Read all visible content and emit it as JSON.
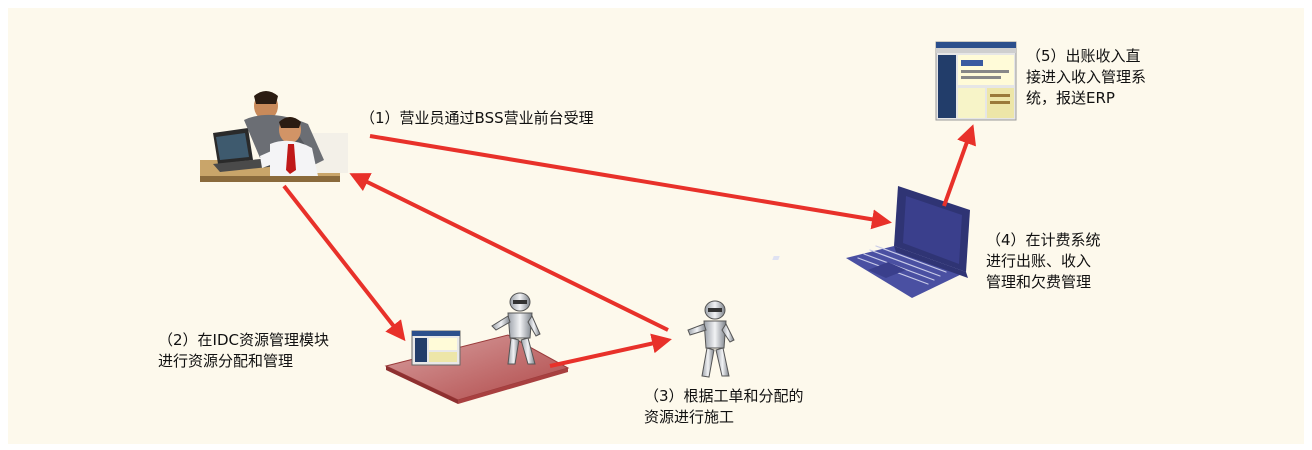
{
  "diagram": {
    "nodes": {
      "sales_staff": {
        "icon": "business-people-at-laptop"
      },
      "idc_module": {
        "icon": "robot-with-screen-on-platform"
      },
      "construction": {
        "icon": "robot-worker"
      },
      "billing_system": {
        "icon": "laptop"
      },
      "revenue_mgmt": {
        "icon": "web-page-screenshot"
      }
    },
    "steps": [
      {
        "id": "step1",
        "text": "（1）营业员通过BSS营业前台受理"
      },
      {
        "id": "step2",
        "text": "（2）在IDC资源管理模块\n进行资源分配和管理"
      },
      {
        "id": "step3",
        "text": "（3）根据工单和分配的\n资源进行施工"
      },
      {
        "id": "step4",
        "text": "（4）在计费系统\n进行出账、收入\n管理和欠费管理"
      },
      {
        "id": "step5",
        "text": "（5）出账收入直\n接进入收入管理系\n统，报送ERP"
      }
    ],
    "colors": {
      "arrow": "#e8312a",
      "background": "#fdf9ec",
      "laptop": "#3a3f8c"
    }
  }
}
